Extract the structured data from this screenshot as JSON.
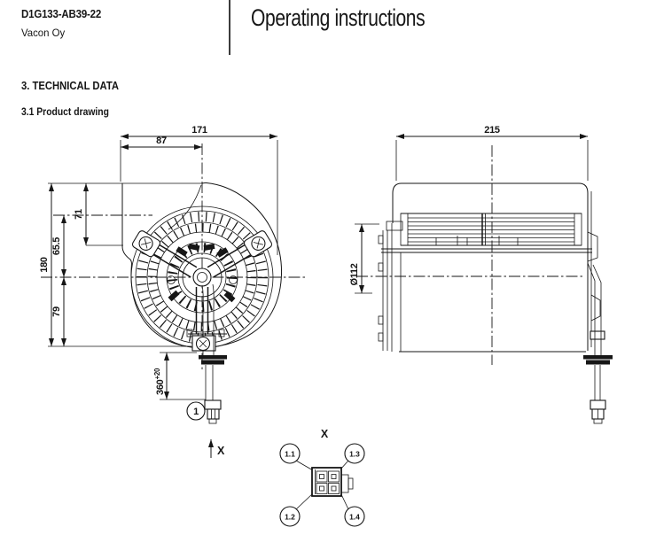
{
  "header": {
    "doc_code": "D1G133-AB39-22",
    "company": "Vacon Oy",
    "title": "Operating instructions"
  },
  "sections": {
    "heading": "3. TECHNICAL DATA",
    "subheading": "3.1 Product drawing"
  },
  "front_view": {
    "dim_width_total": "171",
    "dim_width_to_center": "87",
    "dim_height_total": "180",
    "dim_top_to_step": "71",
    "dim_center_to_outlet": "65.5",
    "dim_center_to_bottom": "79",
    "cable_length": "360",
    "cable_tolerance": "+20",
    "cable_callout": "1",
    "axis_label": "X"
  },
  "side_view": {
    "dim_depth_total": "215",
    "dim_impeller_diameter": "Ø112"
  },
  "connector_detail": {
    "title": "X",
    "pins": [
      {
        "label": "1.1"
      },
      {
        "label": "1.3"
      },
      {
        "label": "1.2"
      },
      {
        "label": "1.4"
      }
    ]
  }
}
